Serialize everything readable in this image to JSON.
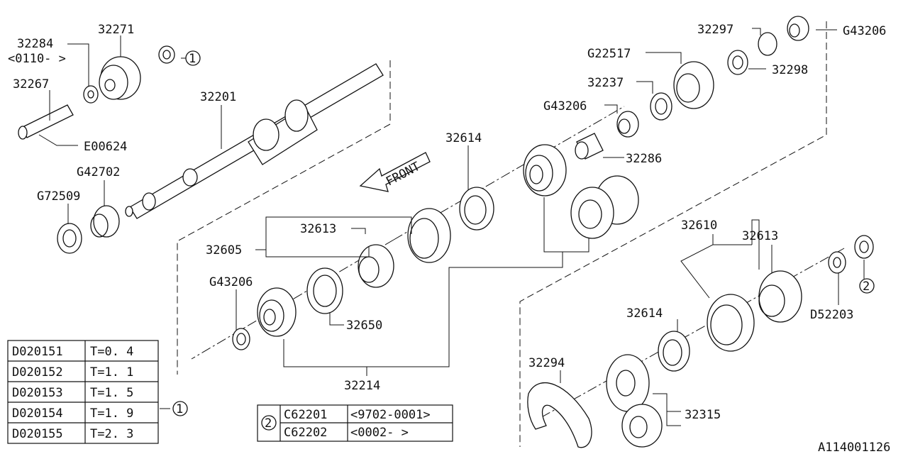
{
  "diagram_id": "A114001126",
  "front_label": "FRONT",
  "callouts": [
    {
      "key": "p32284",
      "text": "32284"
    },
    {
      "key": "p32284_note",
      "text": "<0110-   >"
    },
    {
      "key": "p32271",
      "text": "32271"
    },
    {
      "key": "p32267",
      "text": "32267"
    },
    {
      "key": "pE00624",
      "text": "E00624"
    },
    {
      "key": "p32201",
      "text": "32201"
    },
    {
      "key": "pG42702",
      "text": "G42702"
    },
    {
      "key": "pG72509",
      "text": "G72509"
    },
    {
      "key": "p32297",
      "text": "32297"
    },
    {
      "key": "pG43206_a",
      "text": "G43206"
    },
    {
      "key": "pG22517",
      "text": "G22517"
    },
    {
      "key": "p32298",
      "text": "32298"
    },
    {
      "key": "p32237",
      "text": "32237"
    },
    {
      "key": "pG43206_b",
      "text": "G43206"
    },
    {
      "key": "p32286",
      "text": "32286"
    },
    {
      "key": "p32614_a",
      "text": "32614"
    },
    {
      "key": "p32613_a",
      "text": "32613"
    },
    {
      "key": "p32605",
      "text": "32605"
    },
    {
      "key": "pG43206_c",
      "text": "G43206"
    },
    {
      "key": "p32650",
      "text": "32650"
    },
    {
      "key": "p32214",
      "text": "32214"
    },
    {
      "key": "p32610",
      "text": "32610"
    },
    {
      "key": "p32613_b",
      "text": "32613"
    },
    {
      "key": "p32614_b",
      "text": "32614"
    },
    {
      "key": "pD52203",
      "text": "D52203"
    },
    {
      "key": "p32294",
      "text": "32294"
    },
    {
      "key": "p32315",
      "text": "32315"
    }
  ],
  "ref_markers": {
    "one": "1",
    "two": "2"
  },
  "shim_table": {
    "ref": "1",
    "rows": [
      {
        "part": "D020151",
        "spec": "T=0. 4"
      },
      {
        "part": "D020152",
        "spec": "T=1. 1"
      },
      {
        "part": "D020153",
        "spec": "T=1. 5"
      },
      {
        "part": "D020154",
        "spec": "T=1. 9"
      },
      {
        "part": "D020155",
        "spec": "T=2. 3"
      }
    ]
  },
  "applicability_table": {
    "ref": "2",
    "rows": [
      {
        "part": "C62201",
        "range": "<9702-0001>"
      },
      {
        "part": "C62202",
        "range": "<0002-      >"
      }
    ]
  }
}
